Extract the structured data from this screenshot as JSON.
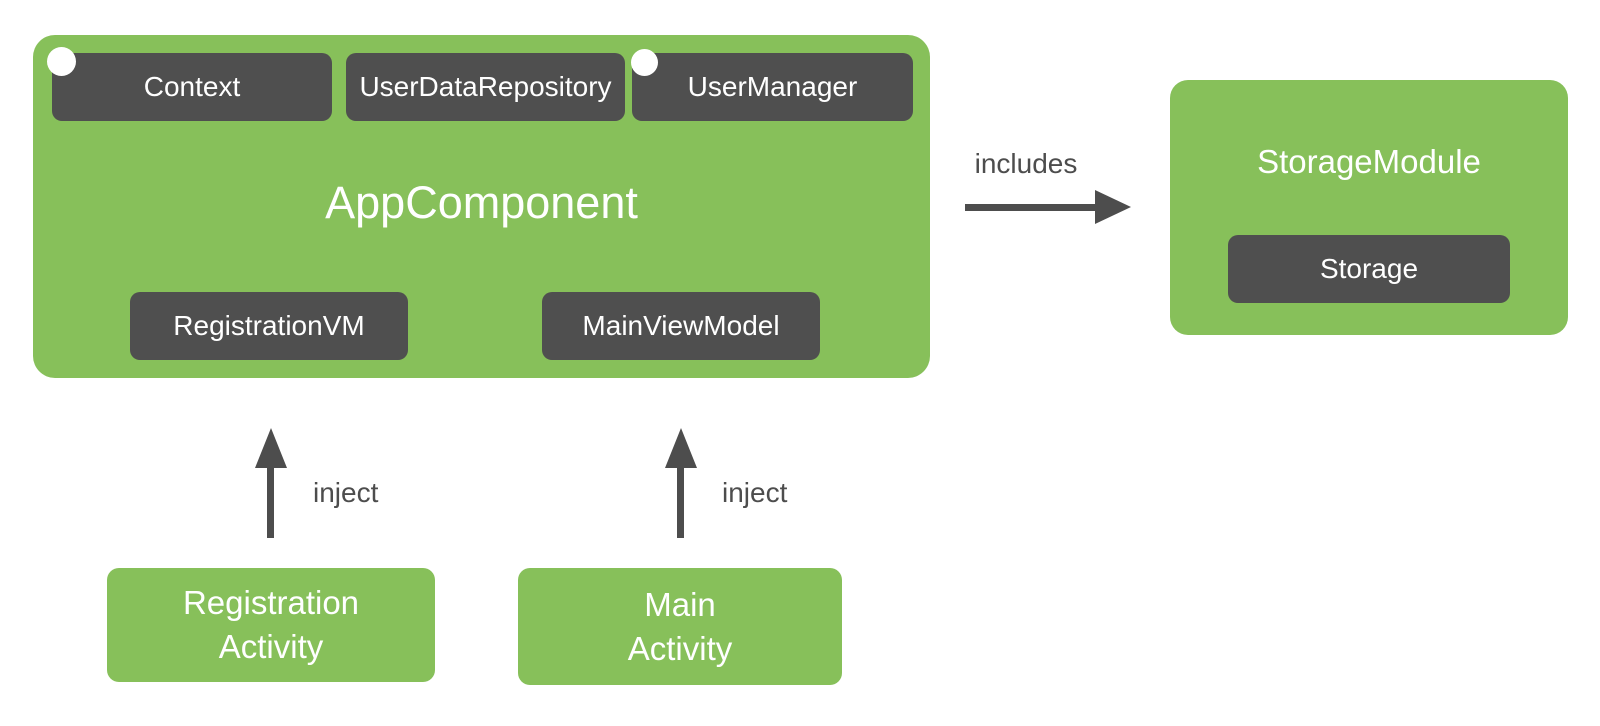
{
  "colors": {
    "component_green": "#87C05A",
    "provision_dark_gray": "#4F4F4F",
    "arrow_and_label_gray": "#4D4D4D",
    "text_white": "#FFFFFF",
    "background": "#FFFFFF"
  },
  "app_component": {
    "title": "AppComponent",
    "top_boxes": [
      {
        "label": "Context",
        "has_dot": true
      },
      {
        "label": "UserDataRepository",
        "has_dot": false
      },
      {
        "label": "UserManager",
        "has_dot": true
      }
    ],
    "bottom_boxes": [
      {
        "label": "RegistrationVM"
      },
      {
        "label": "MainViewModel"
      }
    ]
  },
  "includes_arrow": {
    "label": "includes"
  },
  "storage_module": {
    "title": "StorageModule",
    "box": {
      "label": "Storage"
    }
  },
  "activities": [
    {
      "lines": [
        "Registration",
        "Activity"
      ],
      "arrow_label": "inject"
    },
    {
      "lines": [
        "Main",
        "Activity"
      ],
      "arrow_label": "inject"
    }
  ]
}
